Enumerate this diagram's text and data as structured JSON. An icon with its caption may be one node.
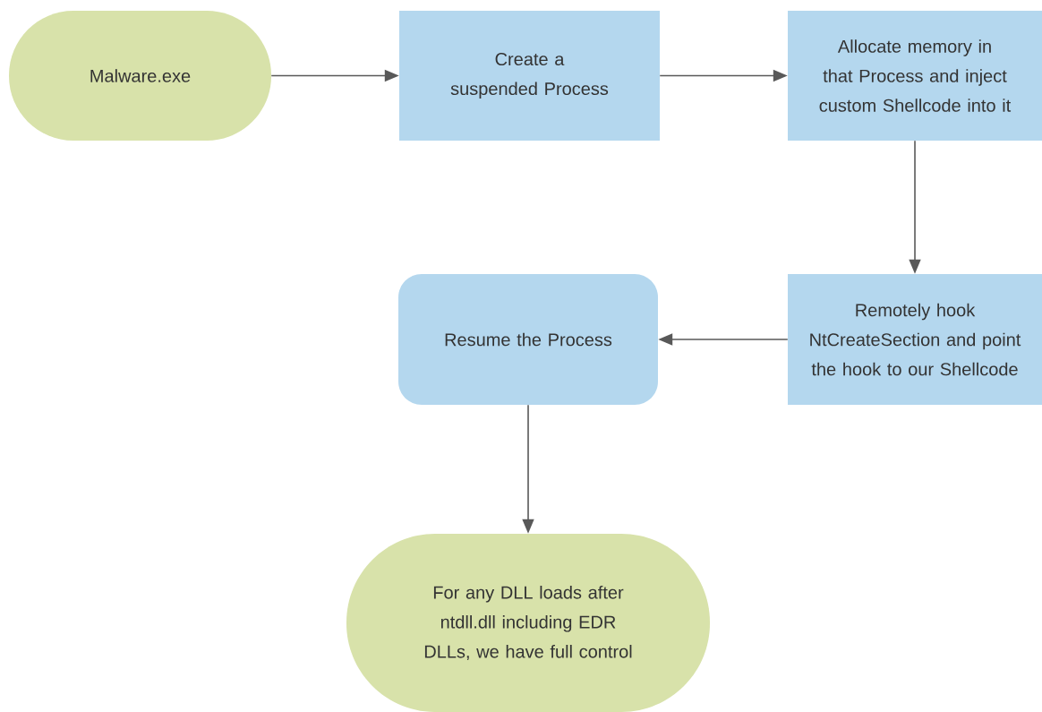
{
  "diagram": {
    "nodes": [
      {
        "text": [
          "Malware.exe"
        ]
      },
      {
        "text": [
          "Create a suspended Process"
        ]
      },
      {
        "text": [
          "Allocate memory in that Process and inject custom Shellcode into it"
        ]
      },
      {
        "text": [
          "Remotely hook NtCreateSection and point the hook to our Shellcode"
        ]
      },
      {
        "text": [
          "Resume the Process"
        ]
      },
      {
        "text": [
          "For any DLL loads after ntdll.dll including EDR DLLs, we have full control"
        ]
      }
    ],
    "edges": [
      {
        "from": 0,
        "to": 1,
        "arrow": "to"
      },
      {
        "from": 1,
        "to": 2,
        "arrow": "to"
      },
      {
        "from": 2,
        "to": 3,
        "arrow": "to"
      },
      {
        "from": 3,
        "to": 4,
        "arrow": "to"
      },
      {
        "from": 4,
        "to": 5,
        "arrow": "to"
      }
    ]
  }
}
